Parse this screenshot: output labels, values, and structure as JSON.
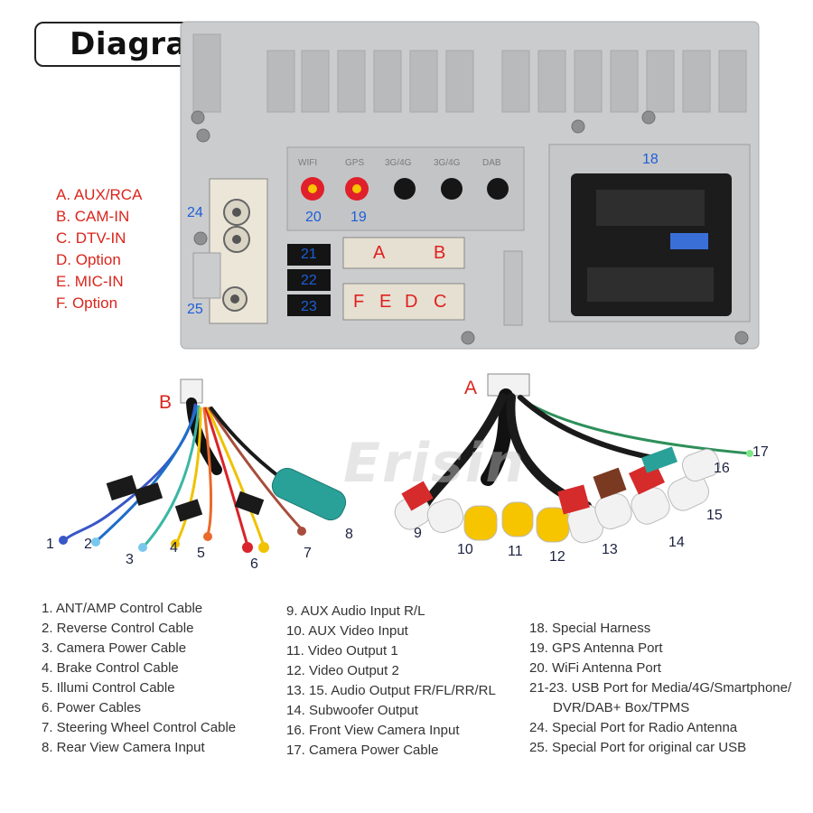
{
  "title": "Diagram",
  "watermark": "Erisin",
  "legend": [
    "A. AUX/RCA",
    "B. CAM-IN",
    "C. DTV-IN",
    "D. Option",
    "E. MIC-IN",
    "F. Option"
  ],
  "ports": {
    "wifi": "WIFI",
    "gps": "GPS",
    "p3g4g_1": "3G/4G",
    "p3g4g_2": "3G/4G",
    "dab": "DAB"
  },
  "connector_letters": {
    "a": "A",
    "b": "B",
    "f": "F",
    "e": "E",
    "d": "D",
    "c": "C"
  },
  "callouts": {
    "n18": "18",
    "n19": "19",
    "n20": "20",
    "n21": "21",
    "n22": "22",
    "n23": "23",
    "n24": "24",
    "n25": "25",
    "n1": "1",
    "n2": "2",
    "n3": "3",
    "n4": "4",
    "n5": "5",
    "n6": "6",
    "n7": "7",
    "n8": "8",
    "n9": "9",
    "n10": "10",
    "n11": "11",
    "n12": "12",
    "n13": "13",
    "n14": "14",
    "n15": "15",
    "n16": "16",
    "n17": "17"
  },
  "harness_labels": {
    "b": "B",
    "a": "A"
  },
  "list_col1": [
    "1. ANT/AMP Control Cable",
    "2. Reverse Control Cable",
    "3. Camera Power Cable",
    "4. Brake Control Cable",
    "5. Illumi Control Cable",
    "6. Power Cables",
    "7. Steering Wheel Control Cable",
    "8. Rear View Camera Input"
  ],
  "list_col2": [
    "9. AUX Audio Input R/L",
    "10. AUX Video Input",
    "11. Video Output 1",
    "12. Video Output 2",
    "13. 15. Audio Output FR/FL/RR/RL",
    "14. Subwoofer Output",
    "16. Front View Camera Input",
    "17. Camera Power Cable"
  ],
  "list_col3": [
    "18. Special Harness",
    "19. GPS Antenna Port",
    "20. WiFi Antenna Port",
    "21-23. USB Port for Media/4G/Smartphone/",
    "DVR/DAB+ Box/TPMS",
    "24. Special Port for Radio Antenna",
    "25. Special Port for original car USB"
  ],
  "colors": {
    "red": "#d9251c",
    "blue": "#1d5fd6",
    "panel": "#cfd0d2"
  }
}
